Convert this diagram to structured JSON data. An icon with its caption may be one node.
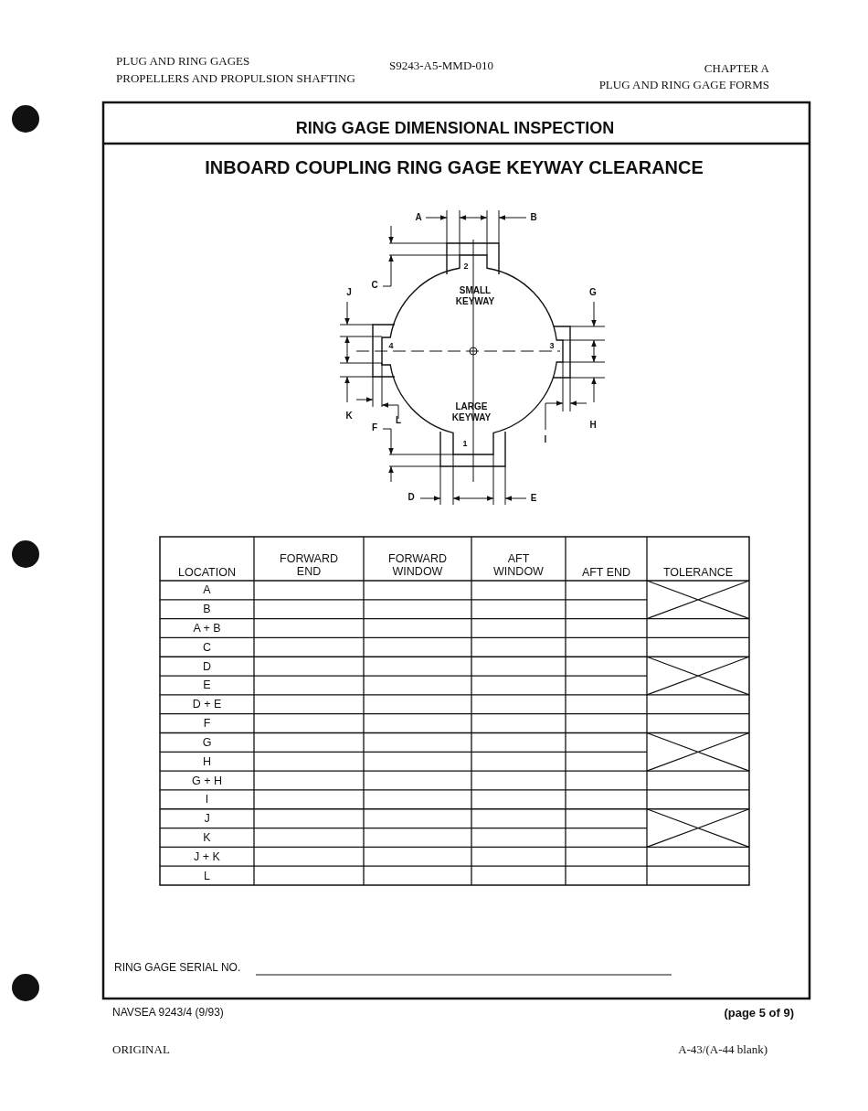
{
  "diagram": {
    "title": "RING GAGE DIMENSIONAL INSPECTION",
    "labels": [
      "PLUG AND RING GAGES",
      "PROPELLERS AND PROPULSION SHAFTING",
      "S9243-A5-MMD-010",
      "CHAPTER A",
      "PLUG AND RING GAGE FORMS",
      "INBOARD COUPLING RING GAGE KEYWAY CLEARANCE",
      "A",
      "B",
      "C",
      "2",
      "SMALL KEYWAY",
      "J",
      "G",
      "4",
      "3",
      "K",
      "F",
      "L",
      "1",
      "LARGE KEYWAY",
      "I",
      "H",
      "D",
      "E",
      "LOCATION",
      "FORWARD END",
      "FORWARD WINDOW",
      "AFT WINDOW",
      "AFT END",
      "TOLERANCE",
      "A",
      "B",
      "A + B",
      "C",
      "D",
      "E",
      "D + E",
      "F",
      "G",
      "H",
      "G + H",
      "I",
      "J",
      "K",
      "J + K",
      "L",
      "RING GAGE SERIAL NO.",
      "NAVSEA 9243/4 (9/93)",
      "(page 5 of 9)",
      "ORIGINAL",
      "A-43/(A-44 blank)"
    ]
  }
}
